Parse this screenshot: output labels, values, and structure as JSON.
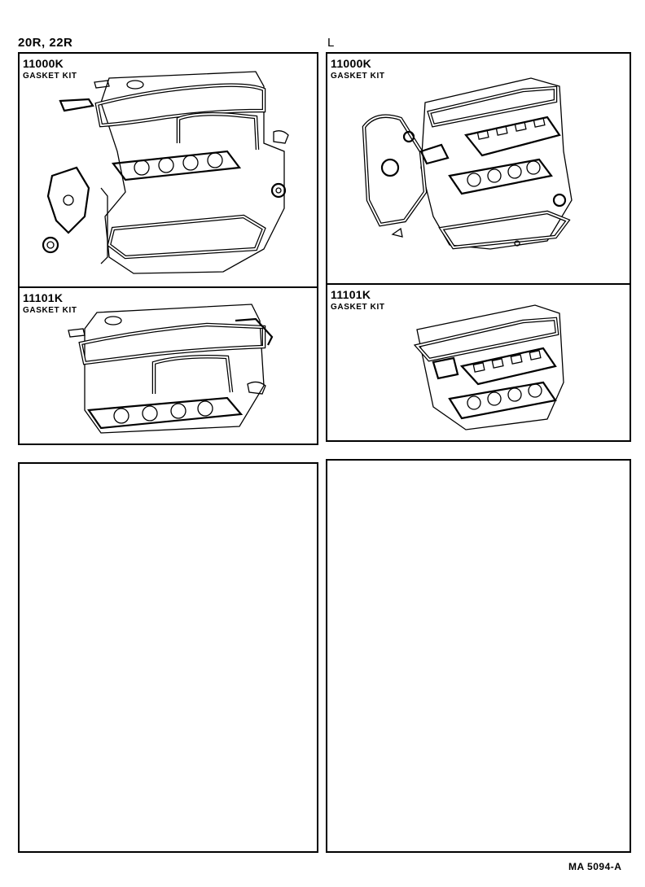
{
  "header": {
    "left": "20R, 22R",
    "right": "L"
  },
  "panels": {
    "top_left": {
      "part_number": "11000K",
      "label": "GASKET KIT"
    },
    "top_right": {
      "part_number": "11000K",
      "label": "GASKET KIT"
    },
    "mid_left": {
      "part_number": "11101K",
      "label": "GASKET KIT"
    },
    "mid_right": {
      "part_number": "11101K",
      "label": "GASKET KIT"
    }
  },
  "footer": {
    "code": "MA 5094-A"
  }
}
